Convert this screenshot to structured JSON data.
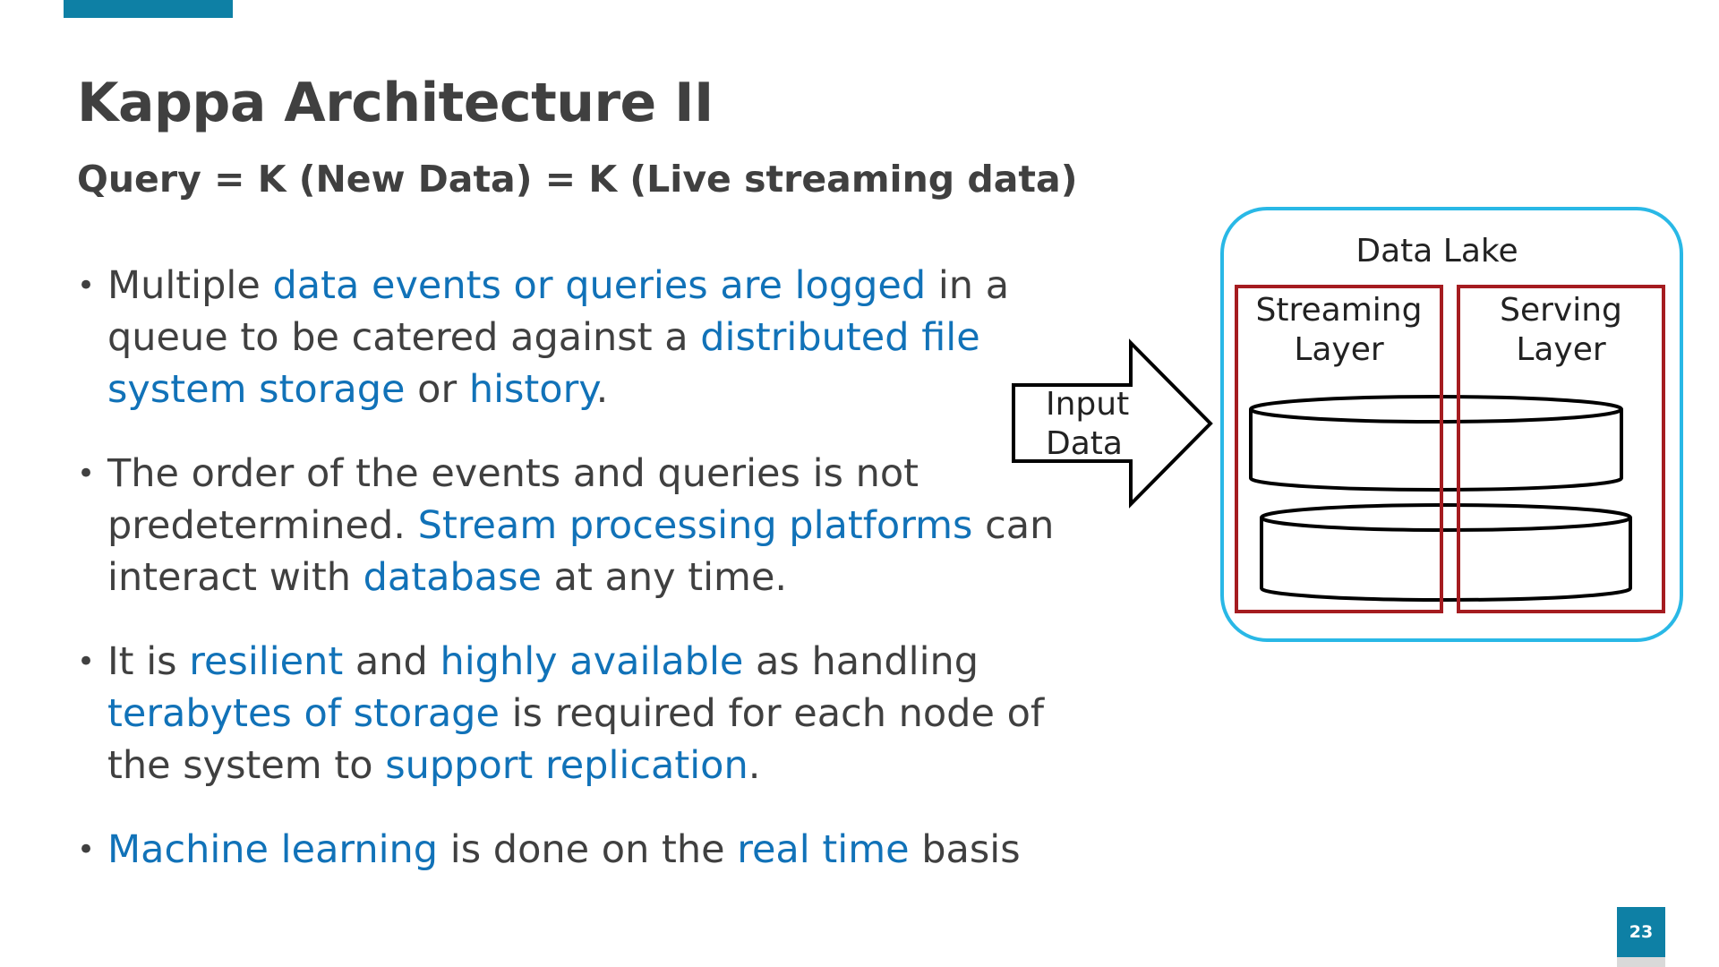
{
  "slide": {
    "title": "Kappa Architecture II",
    "subtitle": "Query = K (New Data) = K (Live streaming data)",
    "page_number": "23",
    "accent_color": "#0e80a5",
    "text_color": "#404040",
    "highlight_color": "#1172b8"
  },
  "bullets": [
    {
      "segments": [
        {
          "text": "Multiple ",
          "highlight": false
        },
        {
          "text": "data events or queries are logged",
          "highlight": true
        },
        {
          "text": " in a queue to be catered against a ",
          "highlight": false
        },
        {
          "text": "distributed file system storage",
          "highlight": true
        },
        {
          "text": " or ",
          "highlight": false
        },
        {
          "text": "history",
          "highlight": true
        },
        {
          "text": ".",
          "highlight": false
        }
      ]
    },
    {
      "segments": [
        {
          "text": "The order of the events and queries is not predetermined. ",
          "highlight": false
        },
        {
          "text": "Stream processing platforms",
          "highlight": true
        },
        {
          "text": " can interact with ",
          "highlight": false
        },
        {
          "text": "database",
          "highlight": true
        },
        {
          "text": " at any time.",
          "highlight": false
        }
      ]
    },
    {
      "segments": [
        {
          "text": "It is ",
          "highlight": false
        },
        {
          "text": "resilient",
          "highlight": true
        },
        {
          "text": " and ",
          "highlight": false
        },
        {
          "text": "highly available",
          "highlight": true
        },
        {
          "text": " as handling ",
          "highlight": false
        },
        {
          "text": "terabytes of storage",
          "highlight": true
        },
        {
          "text": " is required for each node of the system to ",
          "highlight": false
        },
        {
          "text": "support replication",
          "highlight": true
        },
        {
          "text": ".",
          "highlight": false
        }
      ]
    },
    {
      "segments": [
        {
          "text": "Machine learning",
          "highlight": true
        },
        {
          "text": " is done on the ",
          "highlight": false
        },
        {
          "text": "real time",
          "highlight": true
        },
        {
          "text": " basis",
          "highlight": false
        }
      ]
    }
  ],
  "diagram": {
    "input_label_line1": "Input",
    "input_label_line2": "Data",
    "container_label": "Data Lake",
    "left_layer_line1": "Streaming",
    "left_layer_line2": "Layer",
    "right_layer_line1": "Serving",
    "right_layer_line2": "Layer",
    "container_color": "#29b8e6",
    "layer_color": "#a51c20"
  }
}
